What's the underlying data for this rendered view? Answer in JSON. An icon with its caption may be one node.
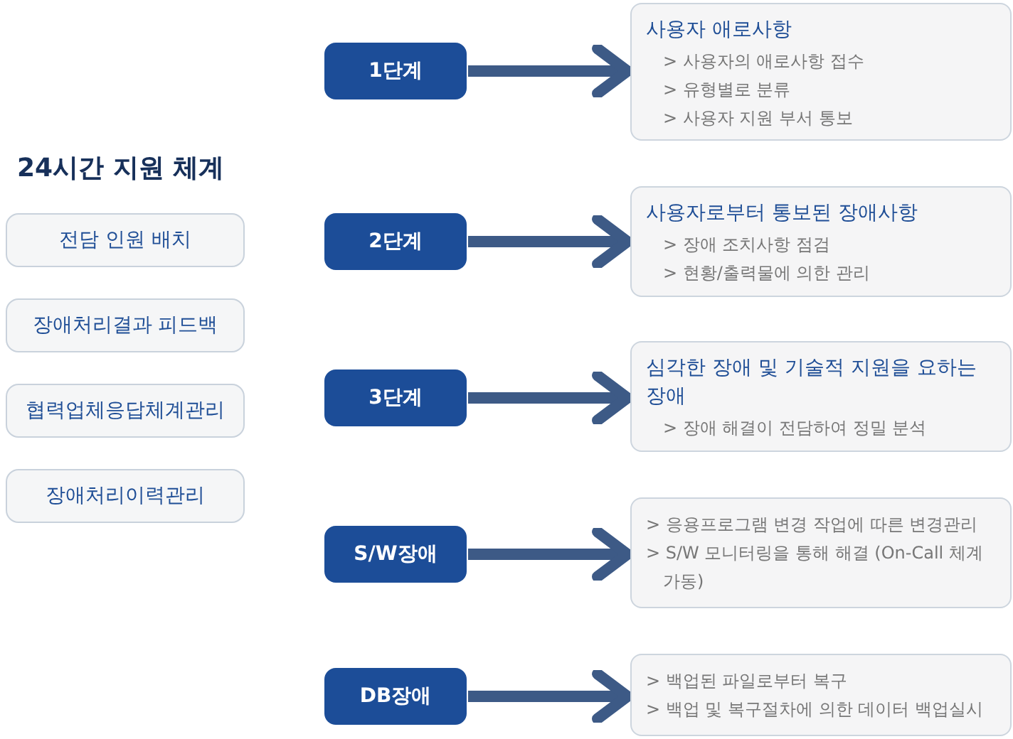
{
  "diagram": {
    "title": "24시간 지원 체계",
    "nodes": [
      {
        "text": [
          "전담 인원 배치"
        ]
      },
      {
        "text": [
          "장애처리결과 피드백"
        ]
      },
      {
        "text": [
          "협력업체응답체계관리"
        ]
      },
      {
        "text": [
          "장애처리이력관리"
        ]
      },
      {
        "text": [
          "1단계"
        ]
      },
      {
        "text": [
          "사용자 애로사항",
          "> 사용자의 애로사항 접수",
          "> 유형별로 분류",
          "> 사용자 지원 부서 통보"
        ]
      },
      {
        "text": [
          "2단계"
        ]
      },
      {
        "text": [
          "사용자로부터 통보된 장애사항",
          "> 장애 조치사항 점검",
          "> 현황/출력물에 의한 관리"
        ]
      },
      {
        "text": [
          "3단계"
        ]
      },
      {
        "text": [
          "심각한 장애 및 기술적 지원을 요하는 장애",
          "> 장애 해결이 전담하여 정밀 분석"
        ]
      },
      {
        "text": [
          "S/W장애"
        ]
      },
      {
        "text": [
          "> 응용프로그램 변경 작업에 따른 변경관리",
          "> S/W 모니터링을 통해 해결 (On-Call 체계 가동)"
        ]
      },
      {
        "text": [
          "DB장애"
        ]
      },
      {
        "text": [
          "> 백업된 파일로부터 복구",
          "> 백업 및 복구절차에 의한 데이터 백업실시"
        ]
      }
    ],
    "edges": [
      {
        "from": 4,
        "to": 5,
        "arrow": "to"
      },
      {
        "from": 6,
        "to": 7,
        "arrow": "to"
      },
      {
        "from": 8,
        "to": 9,
        "arrow": "to"
      },
      {
        "from": 10,
        "to": 11,
        "arrow": "to"
      },
      {
        "from": 12,
        "to": 13,
        "arrow": "to"
      }
    ]
  }
}
